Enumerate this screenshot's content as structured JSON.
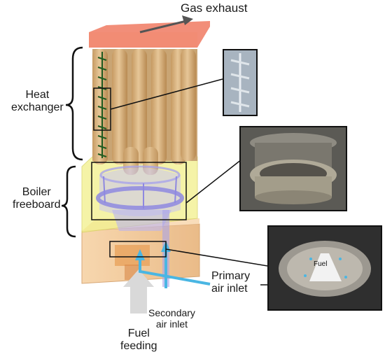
{
  "labels": {
    "gas_exhaust": "Gas exhaust",
    "heat_exchanger_line1": "Heat",
    "heat_exchanger_line2": "exchanger",
    "boiler_freeboard_line1": "Boiler",
    "boiler_freeboard_line2": "freeboard",
    "primary_air_line1": "Primary",
    "primary_air_line2": "air inlet",
    "secondary_air_line1": "Secondary",
    "secondary_air_line2": "air inlet",
    "fuel_feeding_line1": "Fuel",
    "fuel_feeding_line2": "feeding",
    "fuel_inset": "Fuel"
  },
  "colors": {
    "tube": "#d9b684",
    "exhaust_hood": "#f07a62",
    "freeboard": "#f2f08a",
    "base": "#f4c896",
    "burner_ring": "#a9a4ea",
    "air_arrow": "#4ab6e3",
    "fuel_arrow": "#d9d9d9",
    "spring": "#1f5b20"
  },
  "icons": {
    "exhaust_arrow": "arrow-right-icon",
    "fuel_arrow": "arrow-up-icon",
    "air_arrow": "arrow-up-icon"
  }
}
